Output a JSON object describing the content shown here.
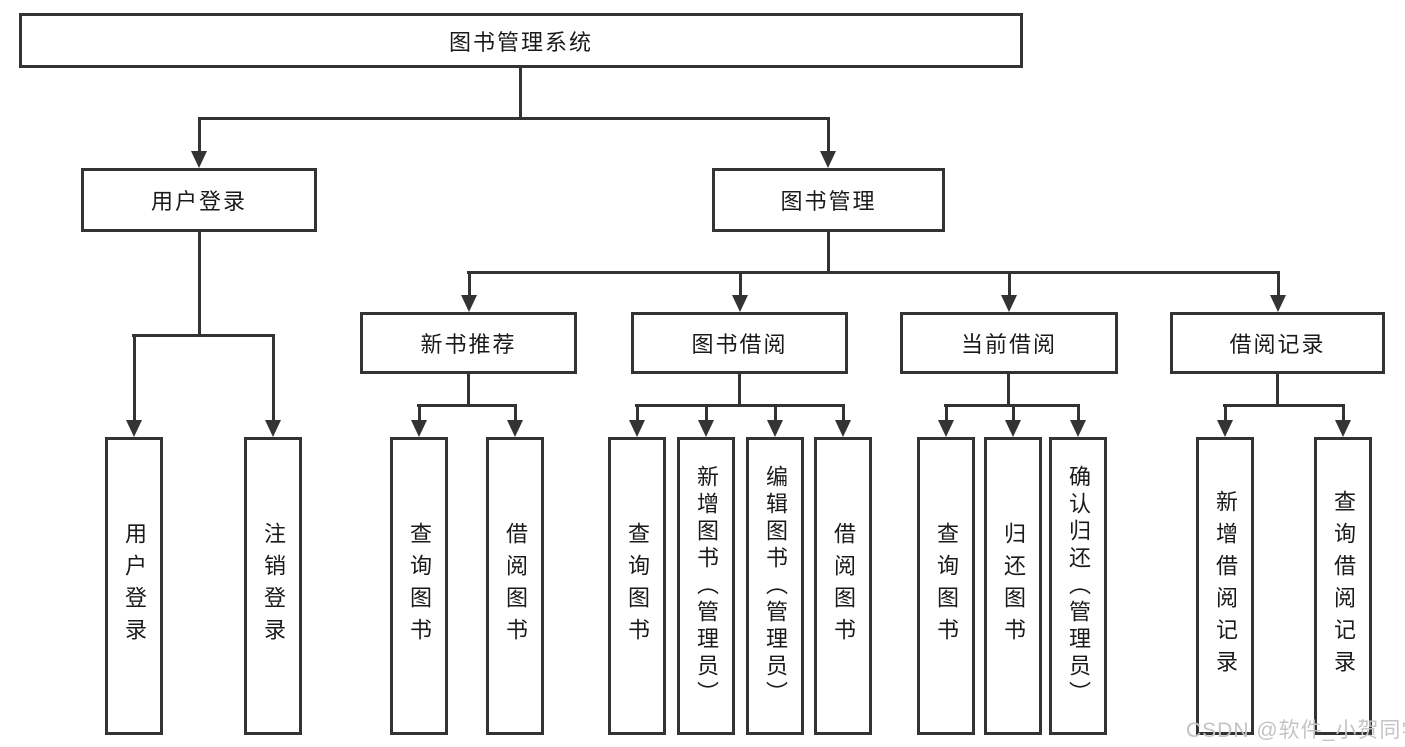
{
  "diagram": {
    "title_node": "图书管理系统",
    "l2": [
      "用户登录",
      "图书管理"
    ],
    "l3": [
      "新书推荐",
      "图书借阅",
      "当前借阅",
      "借阅记录"
    ],
    "l4": [
      "用户登录",
      "注销登录",
      "查询图书",
      "借阅图书",
      "查询图书",
      "新增图书（管理员）",
      "编辑图书（管理员）",
      "借阅图书",
      "查询图书",
      "归还图书",
      "确认归还（管理员）",
      "新增借阅记录",
      "查询借阅记录"
    ],
    "hierarchy": {
      "图书管理系统": {
        "用户登录": [
          "用户登录",
          "注销登录"
        ],
        "图书管理": {
          "新书推荐": [
            "查询图书",
            "借阅图书"
          ],
          "图书借阅": [
            "查询图书",
            "新增图书（管理员）",
            "编辑图书（管理员）",
            "借阅图书"
          ],
          "当前借阅": [
            "查询图书",
            "归还图书",
            "确认归还（管理员）"
          ],
          "借阅记录": [
            "新增借阅记录",
            "查询借阅记录"
          ]
        }
      }
    }
  },
  "watermark": {
    "text": "CSDN @软件_小贺同学"
  },
  "colors": {
    "line": "#333333",
    "text": "#1a1a1a",
    "background": "#ffffff",
    "watermark": "#c4c4c4"
  }
}
